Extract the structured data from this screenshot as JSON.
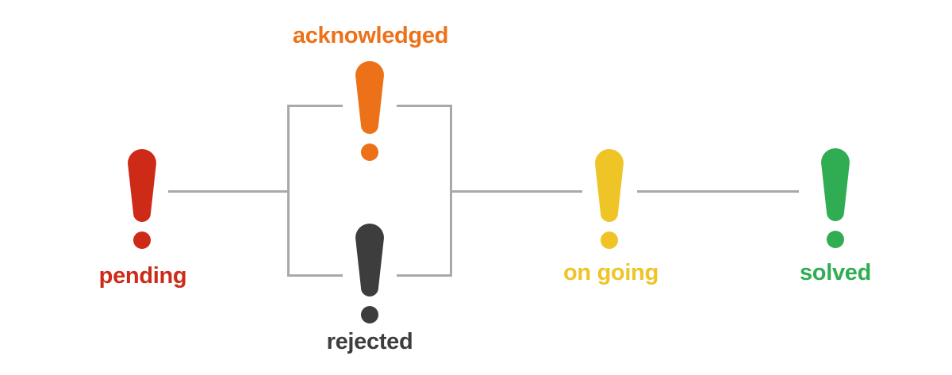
{
  "diagram": {
    "type": "state-flow",
    "background": "#ffffff",
    "connector_color": "#a9a9a9",
    "states": [
      {
        "label": "pending",
        "color": "#cd2a17",
        "icon": "exclamation-mark",
        "label_position": "below"
      },
      {
        "label": "acknowledged",
        "color": "#ed7118",
        "icon": "exclamation-mark",
        "label_position": "above"
      },
      {
        "label": "rejected",
        "color": "#3d3d3d",
        "icon": "exclamation-mark",
        "label_position": "below"
      },
      {
        "label": "on going",
        "color": "#eec427",
        "icon": "exclamation-mark",
        "label_position": "below"
      },
      {
        "label": "solved",
        "color": "#30ad53",
        "icon": "exclamation-mark",
        "label_position": "below"
      }
    ],
    "edges": [
      {
        "from": "pending",
        "to": "acknowledged"
      },
      {
        "from": "pending",
        "to": "rejected"
      },
      {
        "from": "acknowledged",
        "to": "on going"
      },
      {
        "from": "rejected",
        "to": "on going"
      },
      {
        "from": "on going",
        "to": "solved"
      }
    ]
  }
}
